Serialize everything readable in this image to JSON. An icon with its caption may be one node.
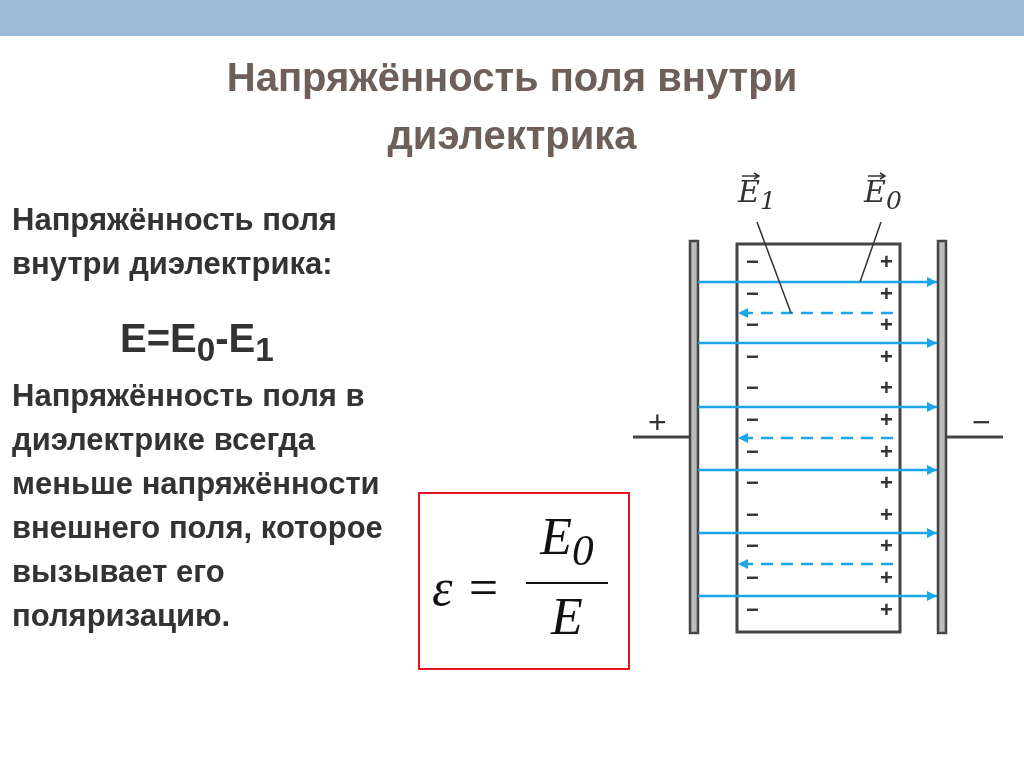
{
  "diagram": {
    "title": "Напряжённость поля внутри диэлектрика",
    "nodes": [
      {
        "text": [
          "E$_{1}$"
        ]
      },
      {
        "text": [
          "E$_{0}$"
        ]
      },
      {
        "text": [],
        "shape": "arrow"
      },
      {
        "text": [],
        "shape": "arrow"
      },
      {
        "text": [
          "ε =",
          "E$_{0}$",
          "E"
        ]
      }
    ],
    "edges": [
      {
        "from": 0,
        "to": 3,
        "arrow": "none"
      },
      {
        "from": 1,
        "to": 2,
        "arrow": "none"
      }
    ],
    "labels": [
      "Напряжённость поля внутри диэлектрика:",
      "E=E$_{0}$-E$_{1}$",
      "Напряжённость поля в диэлектрике всегда меньше напряжённости внешнего поля, которое вызывает его поляризацию.",
      "−",
      "+",
      "−",
      "+",
      "−",
      "+",
      "−",
      "+",
      "−",
      "+",
      "−",
      "+",
      "−",
      "+",
      "−",
      "+",
      "−",
      "+",
      "−",
      "+",
      "−",
      "+",
      "−",
      "+",
      "+",
      "−"
    ]
  }
}
